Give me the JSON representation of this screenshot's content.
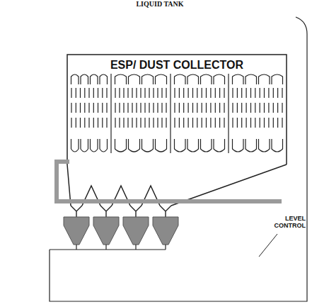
{
  "diagram": {
    "nodes": [
      {
        "text": [
          "ESP/ DUST COLLECTOR"
        ]
      }
    ],
    "labels": [
      "LIQUID TANK",
      "LEVEL CONTROL"
    ]
  }
}
